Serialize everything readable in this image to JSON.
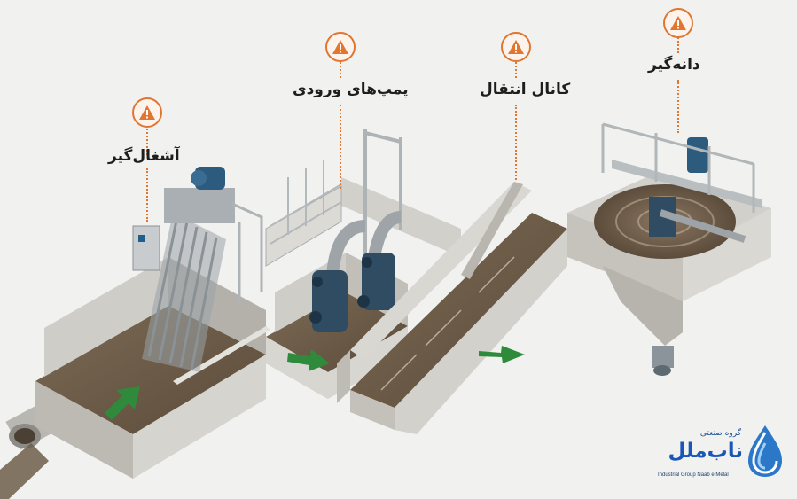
{
  "labels": {
    "screen": "آشغال‌گیر",
    "pumps": "پمپ‌های ورودی",
    "channel": "کانال انتقال",
    "grit": "دانه‌گیر"
  },
  "logo": {
    "top": "گروه صنعتی",
    "main": "ناب‌ملل",
    "english": "Industrial Group Naab e Melal"
  },
  "icons": {
    "warning": "warning-triangle-icon",
    "flow": "flow-arrow-icon",
    "drop": "water-drop-icon"
  },
  "colors": {
    "accent": "#e0762f",
    "arrow": "#2f8a3c",
    "concrete": "#c9c7c1",
    "water": "#6b5a45",
    "steel": "#2e4a5f",
    "brand": "#1a56b5"
  }
}
